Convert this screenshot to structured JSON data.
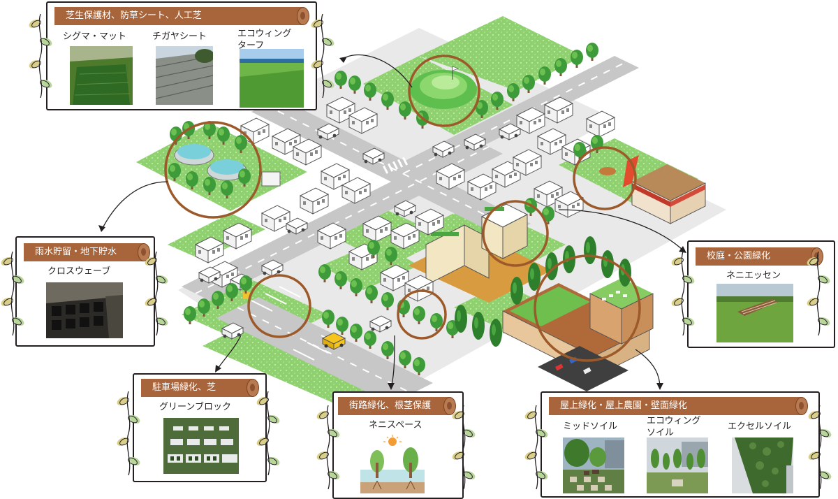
{
  "panels": {
    "lawn": {
      "title": "芝生保護材、防草シート、人工芝",
      "products": [
        "シグマ・マット",
        "チガヤシート",
        "エコウィング\nターフ"
      ]
    },
    "rainwater": {
      "title": "雨水貯留・地下貯水",
      "products": [
        "クロスウェーブ"
      ]
    },
    "schoolyard": {
      "title": "校庭・公園緑化",
      "products": [
        "ネニエッセン"
      ]
    },
    "parking": {
      "title": "駐車場緑化、芝",
      "products": [
        "グリーンブロック"
      ]
    },
    "street": {
      "title": "街路緑化、根茎保護",
      "products": [
        "ネニスペース"
      ]
    },
    "rooftop": {
      "title": "屋上緑化・屋上農園・壁面緑化",
      "products": [
        "ミッドソイル",
        "エコウィング\nソイル",
        "エクセルソイル"
      ]
    }
  },
  "colors": {
    "ribbon": "#a8643a",
    "highlight_ring": "#9c5a2b",
    "grass": "#8ed16f",
    "road": "#c9c9c9",
    "tree": "#3d9b3a",
    "frame": "#231f20",
    "leaf": "#d9cf8a"
  }
}
